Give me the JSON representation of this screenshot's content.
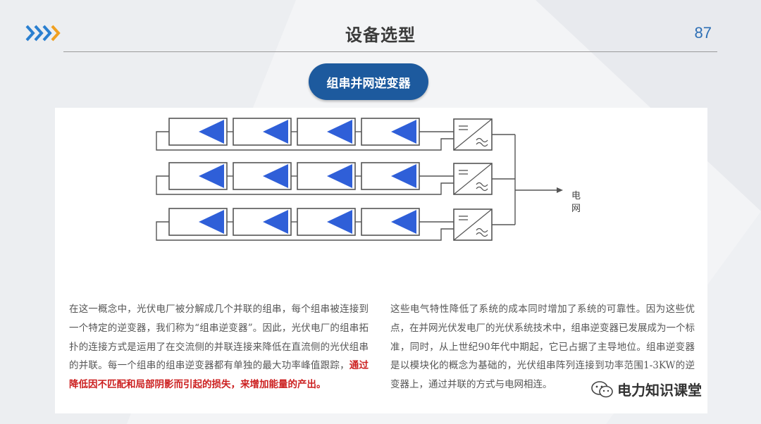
{
  "header": {
    "title": "设备选型",
    "page_number": "87"
  },
  "section_pill": {
    "label": "组串并网逆变器"
  },
  "diagram": {
    "rows": 3,
    "panels_per_row": 4,
    "grid_label": [
      "电",
      "网"
    ],
    "panel_accent": "#2f5fd8",
    "line_color": "#555555"
  },
  "text": {
    "left_plain": "在这一概念中，光伏电厂被分解成几个并联的组串，每个组串被连接到一个特定的逆变器，我们称为“组串逆变器”。因此，光伏电厂的组串拓扑的连接方式是运用了在交流侧的并联连接来降低在直流侧的光伏组串的并联。每一个组串的组串逆变器都有单独的最大功率峰值跟踪，",
    "left_highlight": "通过降低因不匹配和局部阴影而引起的损失，来增加能量的产出。",
    "right": "这些电气特性降低了系统的成本同时增加了系统的可靠性。因为这些优点，在并网光伏发电厂的光伏系统技术中，组串逆变器已发展成为一个标准，同时，从上世纪90年代中期起，它已占据了主导地位。组串逆变器是以模块化的概念为基础的，光伏组串阵列连接到功率范围1-3KW的逆变器上，通过并联的方式与电网相连。"
  },
  "watermark": {
    "label": "电力知识课堂"
  },
  "colors": {
    "accent_blue": "#1d5a9e",
    "chevron_blue": "#2a7fd0",
    "chevron_orange": "#f0a020",
    "highlight_red": "#cc1f1f"
  }
}
